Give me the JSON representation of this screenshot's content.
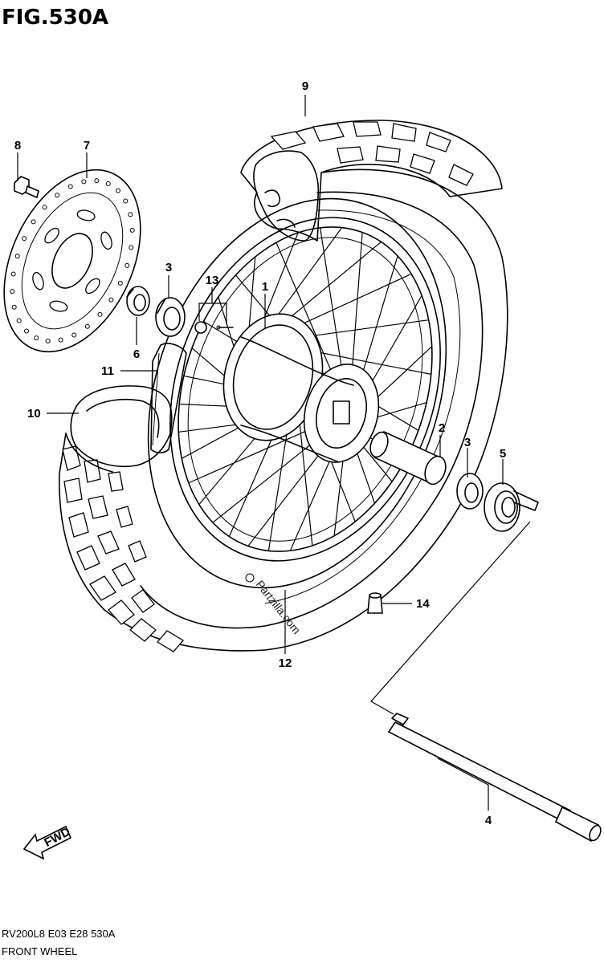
{
  "figure": {
    "title": "FIG.530A",
    "model_code": "RV200L8  E03  E28  530A",
    "caption": "FRONT WHEEL",
    "fwd_label": "FWD",
    "watermark": "Partzilla.com"
  },
  "callouts": [
    {
      "id": "c1",
      "label": "1",
      "part": "rim-spoke-assembly"
    },
    {
      "id": "c2",
      "label": "2",
      "part": "axle-spacer"
    },
    {
      "id": "c3a",
      "label": "3",
      "part": "bearing-left"
    },
    {
      "id": "c3b",
      "label": "3",
      "part": "bearing-right"
    },
    {
      "id": "c4",
      "label": "4",
      "part": "axle"
    },
    {
      "id": "c5",
      "label": "5",
      "part": "speedometer-gearbox"
    },
    {
      "id": "c6",
      "label": "6",
      "part": "dust-seal"
    },
    {
      "id": "c7",
      "label": "7",
      "part": "brake-disc"
    },
    {
      "id": "c8",
      "label": "8",
      "part": "disc-bolt"
    },
    {
      "id": "c9",
      "label": "9",
      "part": "tire-section"
    },
    {
      "id": "c10",
      "label": "10",
      "part": "tire"
    },
    {
      "id": "c11",
      "label": "11",
      "part": "rim-band"
    },
    {
      "id": "c12",
      "label": "12",
      "part": "rim"
    },
    {
      "id": "c13",
      "label": "13",
      "part": "spoke-set"
    },
    {
      "id": "c14",
      "label": "14",
      "part": "valve-cap"
    }
  ]
}
